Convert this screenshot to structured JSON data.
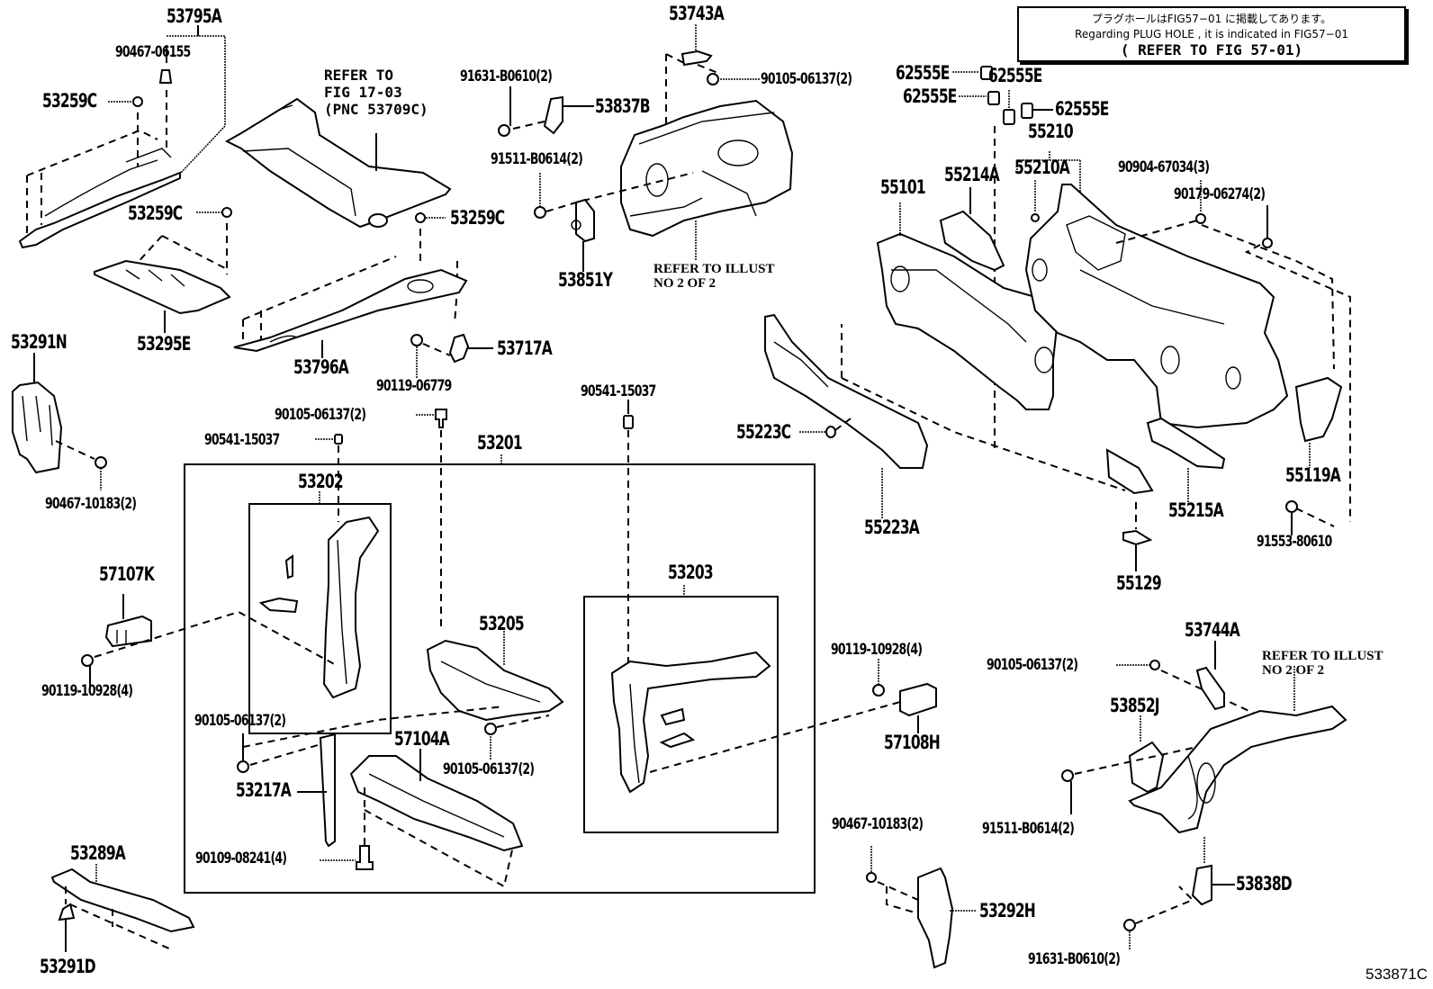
{
  "notice": {
    "line1": "プラグホールはFIG57−01 に掲載してあります。",
    "line2": "Regarding PLUG HOLE , it is indicated in FIG57−01",
    "line3": "( REFER TO FIG 57-01)"
  },
  "figure_id": "533871C",
  "references": {
    "fig_17_03": [
      "REFER TO",
      "FIG 17-03",
      "(PNC 53709C)"
    ],
    "illust_upper": [
      "REFER TO ILLUST",
      "NO 2 OF 2"
    ],
    "illust_lower": [
      "REFER TO ILLUST",
      "NO 2 OF 2"
    ]
  },
  "parts": [
    {
      "id": "p53795A",
      "label": "53795A"
    },
    {
      "id": "p90467_06155",
      "label": "90467-06155"
    },
    {
      "id": "p53259C_1",
      "label": "53259C"
    },
    {
      "id": "p53259C_2",
      "label": "53259C"
    },
    {
      "id": "p53259C_3",
      "label": "53259C"
    },
    {
      "id": "p53295E",
      "label": "53295E"
    },
    {
      "id": "p53796A",
      "label": "53796A"
    },
    {
      "id": "p53717A",
      "label": "53717A"
    },
    {
      "id": "p90119_06779",
      "label": "90119-06779"
    },
    {
      "id": "p53743A",
      "label": "53743A"
    },
    {
      "id": "p91631_B0610_top",
      "label": "91631-B0610(2)"
    },
    {
      "id": "p90105_06137_top",
      "label": "90105-06137(2)"
    },
    {
      "id": "p53837B",
      "label": "53837B"
    },
    {
      "id": "p91511_B0614_top",
      "label": "91511-B0614(2)"
    },
    {
      "id": "p53851Y",
      "label": "53851Y"
    },
    {
      "id": "p62555E_1",
      "label": "62555E"
    },
    {
      "id": "p62555E_2",
      "label": "62555E"
    },
    {
      "id": "p62555E_3",
      "label": "62555E"
    },
    {
      "id": "p62555E_4",
      "label": "62555E"
    },
    {
      "id": "p55210",
      "label": "55210"
    },
    {
      "id": "p55101",
      "label": "55101"
    },
    {
      "id": "p55214A",
      "label": "55214A"
    },
    {
      "id": "p55210A",
      "label": "55210A"
    },
    {
      "id": "p90904_67034",
      "label": "90904-67034(3)"
    },
    {
      "id": "p90179_06274",
      "label": "90179-06274(2)"
    },
    {
      "id": "p53291N",
      "label": "53291N"
    },
    {
      "id": "p90467_10183_left",
      "label": "90467-10183(2)"
    },
    {
      "id": "p90105_06137_mid",
      "label": "90105-06137(2)"
    },
    {
      "id": "p90541_15037_left",
      "label": "90541-15037"
    },
    {
      "id": "p53201",
      "label": "53201"
    },
    {
      "id": "p90541_15037_right",
      "label": "90541-15037"
    },
    {
      "id": "p53202",
      "label": "53202"
    },
    {
      "id": "p55223C",
      "label": "55223C"
    },
    {
      "id": "p55223A",
      "label": "55223A"
    },
    {
      "id": "p55129",
      "label": "55129"
    },
    {
      "id": "p55215A",
      "label": "55215A"
    },
    {
      "id": "p55119A",
      "label": "55119A"
    },
    {
      "id": "p91553_80610",
      "label": "91553-80610"
    },
    {
      "id": "p57107K",
      "label": "57107K"
    },
    {
      "id": "p90119_10928_left",
      "label": "90119-10928(4)"
    },
    {
      "id": "p53205",
      "label": "53205"
    },
    {
      "id": "p53203",
      "label": "53203"
    },
    {
      "id": "p90119_10928_right",
      "label": "90119-10928(4)"
    },
    {
      "id": "p57108H",
      "label": "57108H"
    },
    {
      "id": "p53744A",
      "label": "53744A"
    },
    {
      "id": "p90105_06137_right",
      "label": "90105-06137(2)"
    },
    {
      "id": "p53852J",
      "label": "53852J"
    },
    {
      "id": "p90105_06137_box",
      "label": "90105-06137(2)"
    },
    {
      "id": "p53217A",
      "label": "53217A"
    },
    {
      "id": "p57104A",
      "label": "57104A"
    },
    {
      "id": "p90105_06137_box2",
      "label": "90105-06137(2)"
    },
    {
      "id": "p91511_B0614_bot",
      "label": "91511-B0614(2)"
    },
    {
      "id": "p90109_08241",
      "label": "90109-08241(4)"
    },
    {
      "id": "p53289A",
      "label": "53289A"
    },
    {
      "id": "p53291D",
      "label": "53291D"
    },
    {
      "id": "p90467_10183_right",
      "label": "90467-10183(2)"
    },
    {
      "id": "p53292H",
      "label": "53292H"
    },
    {
      "id": "p53838D",
      "label": "53838D"
    },
    {
      "id": "p91631_B0610_bot",
      "label": "91631-B0610(2)"
    }
  ]
}
